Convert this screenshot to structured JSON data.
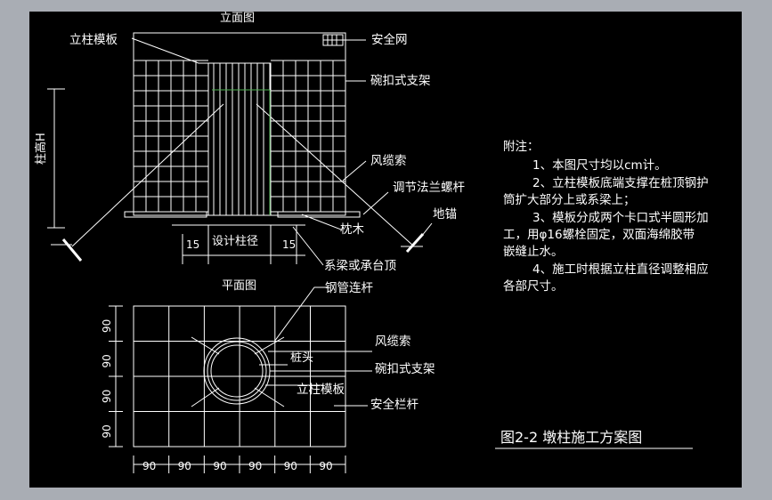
{
  "colors": {
    "background": "#000000",
    "frame": "#a9adb4",
    "line": "#ffffff",
    "accent": "#4caf50"
  },
  "elevation": {
    "title": "立面图",
    "labels": {
      "column_formwork": "立柱模板",
      "safety_net": "安全网",
      "bowl_scaffold": "碗扣式支架",
      "guy_cable": "风缆索",
      "turnbuckle": "调节法兰螺杆",
      "ground_anchor": "地锚",
      "sleeper": "枕木",
      "pile_cap": "系梁或承台顶",
      "column_height": "柱高H"
    },
    "dims": {
      "left_gap": "15",
      "design_diameter": "设计柱径",
      "right_gap": "15"
    }
  },
  "plan": {
    "title": "平面图",
    "labels": {
      "steel_pipe_link": "钢管连杆",
      "guy_cable": "风缆索",
      "pile_head": "桩头",
      "bowl_scaffold": "碗扣式支架",
      "column_formwork": "立柱模板",
      "safety_rail": "安全栏杆"
    },
    "bottom_dims": [
      "90",
      "90",
      "90",
      "90",
      "90",
      "90"
    ],
    "left_dims": [
      "90",
      "90",
      "90",
      "90"
    ]
  },
  "notes": {
    "heading": "附注：",
    "lines": [
      "1、本图尺寸均以cm计。",
      "2、立柱模板底端支撑在桩顶钢护",
      "筒扩大部分上或系梁上；",
      "3、模板分成两个卡口式半圆形加",
      "工，用φ16螺栓固定，双面海绵胶带",
      "嵌缝止水。",
      "4、施工时根据立柱直径调整相应",
      "各部尺寸。"
    ]
  },
  "figure_caption": "图2-2   墩柱施工方案图"
}
